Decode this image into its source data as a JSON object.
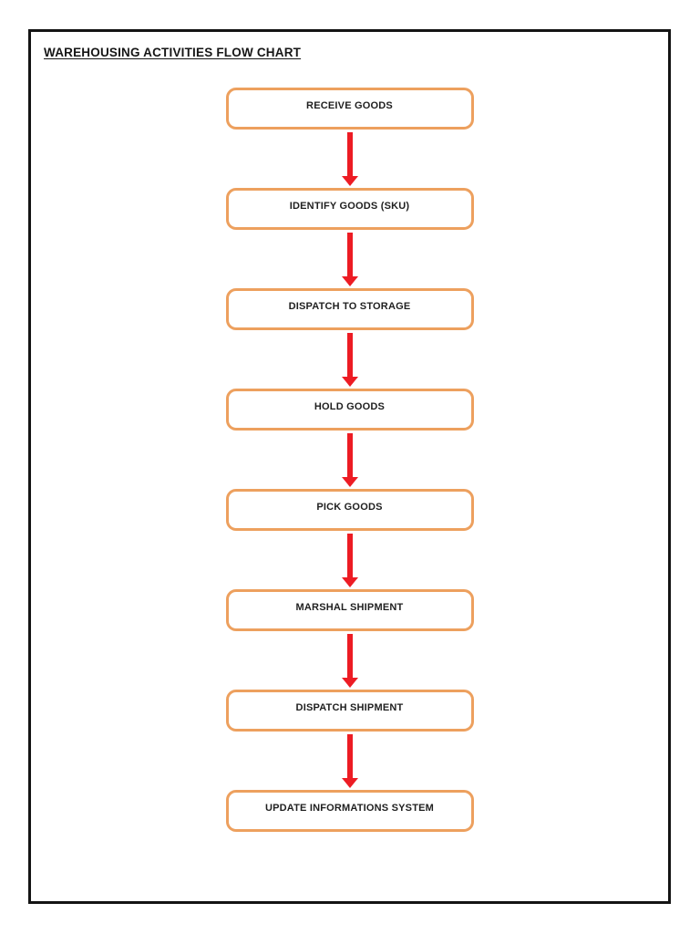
{
  "page": {
    "title": "WAREHOUSING ACTIVITIES FLOW CHART"
  },
  "flowchart": {
    "steps": [
      {
        "label": "RECEIVE GOODS"
      },
      {
        "label": "IDENTIFY GOODS (SKU)"
      },
      {
        "label": "DISPATCH TO STORAGE"
      },
      {
        "label": "HOLD GOODS"
      },
      {
        "label": "PICK GOODS"
      },
      {
        "label": "MARSHAL SHIPMENT"
      },
      {
        "label": "DISPATCH SHIPMENT"
      },
      {
        "label": "UPDATE INFORMATIONS SYSTEM"
      }
    ]
  },
  "colors": {
    "frame_border": "#141414",
    "box_border": "#eda05e",
    "arrow": "#ed1c24",
    "text": "#1f1f1f"
  }
}
